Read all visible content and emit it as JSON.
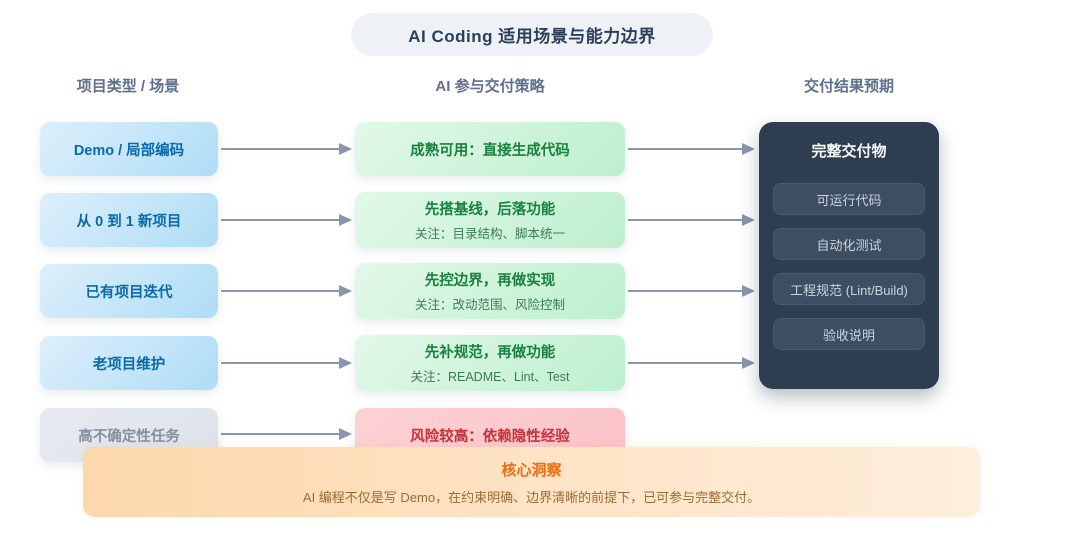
{
  "title": "AI Coding 适用场景与能力边界",
  "columns": {
    "left_header": "项目类型 / 场景",
    "center_header": "AI 参与交付策略",
    "right_header": "交付结果预期"
  },
  "rows": [
    {
      "scenario": "Demo / 局部编码",
      "strategy": "成熟可用：直接生成代码",
      "note": ""
    },
    {
      "scenario": "从 0 到 1 新项目",
      "strategy": "先搭基线，后落功能",
      "note": "关注：目录结构、脚本统一"
    },
    {
      "scenario": "已有项目迭代",
      "strategy": "先控边界，再做实现",
      "note": "关注：改动范围、风险控制"
    },
    {
      "scenario": "老项目维护",
      "strategy": "先补规范，再做功能",
      "note": "关注：README、Lint、Test"
    },
    {
      "scenario": "高不确定性任务",
      "strategy": "风险较高：依赖隐性经验",
      "note": ""
    }
  ],
  "deliverables": {
    "title": "完整交付物",
    "items": [
      "可运行代码",
      "自动化测试",
      "工程规范 (Lint/Build)",
      "验收说明"
    ]
  },
  "insight": {
    "title": "核心洞察",
    "body": "AI 编程不仅是写 Demo，在约束明确、边界清晰的前提下，已可参与完整交付。"
  },
  "colors": {
    "blue_text": "#0a69a8",
    "green_text": "#17813d",
    "green_note": "#3c7a55",
    "gray_text": "#8490a2",
    "risk_text": "#c5303a",
    "dark_panel": "#2e3d50",
    "arrow": "#8895ac",
    "insight_title": "#ee6c10",
    "insight_body": "#9b6b35"
  }
}
